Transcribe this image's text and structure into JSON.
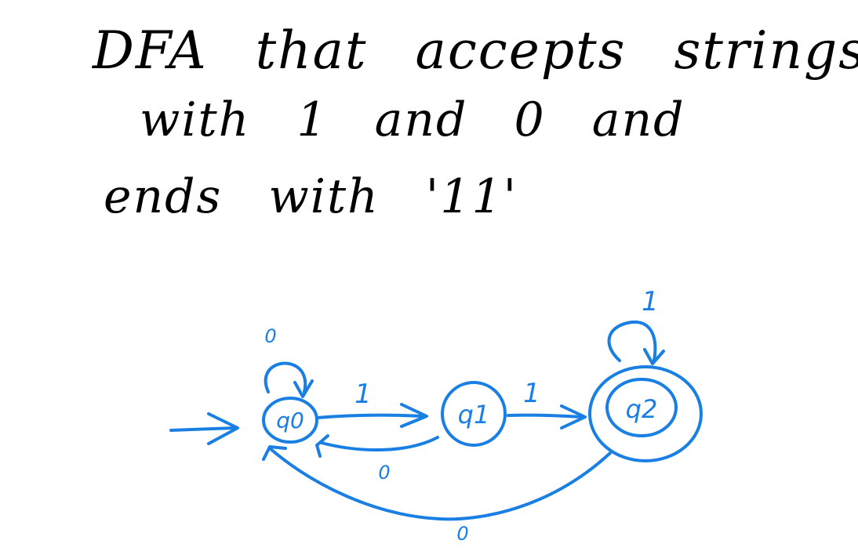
{
  "title": {
    "line1": "DFA that accepts strings",
    "line2": "with 1 and 0 and",
    "line3": "ends with '11'"
  },
  "colors": {
    "ink": "#000000",
    "diagram": "#1a7fe3"
  },
  "diagram": {
    "states": [
      {
        "id": "q0",
        "label": "q0",
        "start": true,
        "accepting": false
      },
      {
        "id": "q1",
        "label": "q1",
        "start": false,
        "accepting": false
      },
      {
        "id": "q2",
        "label": "q2",
        "start": false,
        "accepting": true
      }
    ],
    "transitions": [
      {
        "from": "q0",
        "to": "q0",
        "symbol": "0"
      },
      {
        "from": "q0",
        "to": "q1",
        "symbol": "1"
      },
      {
        "from": "q1",
        "to": "q0",
        "symbol": "0"
      },
      {
        "from": "q1",
        "to": "q2",
        "symbol": "1"
      },
      {
        "from": "q2",
        "to": "q2",
        "symbol": "1"
      },
      {
        "from": "q2",
        "to": "q0",
        "symbol": "0"
      }
    ]
  }
}
